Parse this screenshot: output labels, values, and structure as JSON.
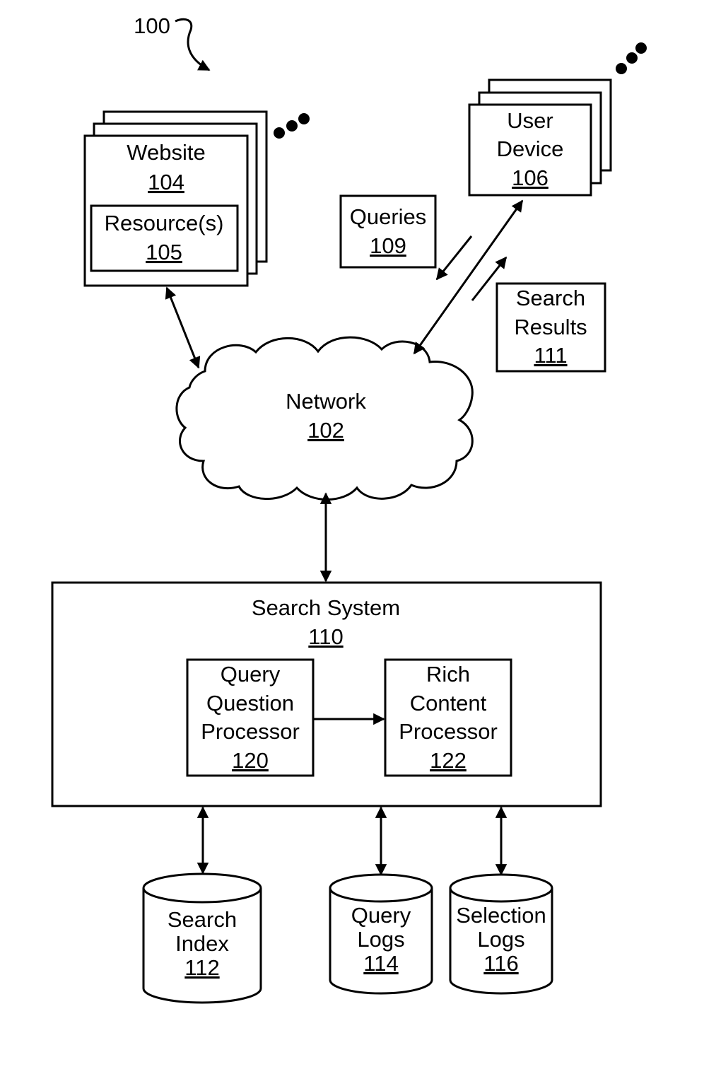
{
  "figure_ref": "100",
  "website": {
    "title": "Website",
    "ref": "104"
  },
  "resources": {
    "title": "Resource(s)",
    "ref": "105"
  },
  "user_device": {
    "line1": "User",
    "line2": "Device",
    "ref": "106"
  },
  "queries": {
    "title": "Queries",
    "ref": "109"
  },
  "search_results": {
    "line1": "Search",
    "line2": "Results",
    "ref": "111"
  },
  "network": {
    "title": "Network",
    "ref": "102"
  },
  "search_system": {
    "title": "Search System",
    "ref": "110"
  },
  "query_question_processor": {
    "line1": "Query",
    "line2": "Question",
    "line3": "Processor",
    "ref": "120"
  },
  "rich_content_processor": {
    "line1": "Rich",
    "line2": "Content",
    "line3": "Processor",
    "ref": "122"
  },
  "search_index": {
    "line1": "Search",
    "line2": "Index",
    "ref": "112"
  },
  "query_logs": {
    "line1": "Query",
    "line2": "Logs",
    "ref": "114"
  },
  "selection_logs": {
    "line1": "Selection",
    "line2": "Logs",
    "ref": "116"
  }
}
